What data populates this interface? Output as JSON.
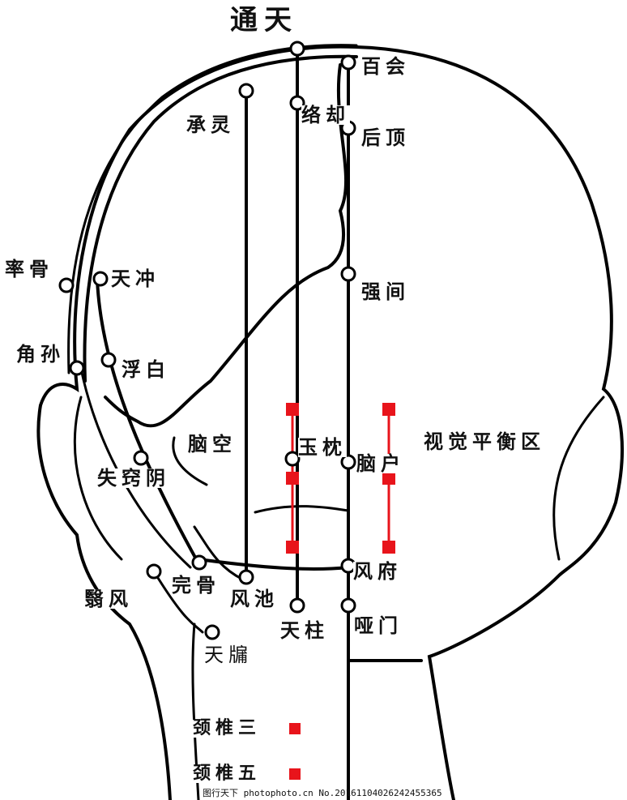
{
  "title": "通天",
  "points": {
    "baihui": "百会",
    "chengling": "承灵",
    "luoque": "络却",
    "houding": "后顶",
    "shuaigu": "率骨",
    "tianchong": "天冲",
    "qiangjian": "强间",
    "jiaosun": "角孙",
    "fubai": "浮白",
    "naokong": "脑空",
    "yuzhen": "玉枕",
    "naohu": "脑户",
    "qiaoyin": "失窍阴",
    "fengfu": "风府",
    "yifeng": "翳风",
    "wangu": "完骨",
    "fengchi": "风池",
    "tianzhu": "天柱",
    "yamen": "哑门",
    "tianyou": "天牖"
  },
  "zone_label": "视觉平衡区",
  "legend": {
    "c3": "颈椎三",
    "c5": "颈椎五"
  },
  "colors": {
    "line": "#000000",
    "zone": "#e8141b"
  },
  "watermark": "图行天下 photophoto.cn  No.20161104026242455365"
}
